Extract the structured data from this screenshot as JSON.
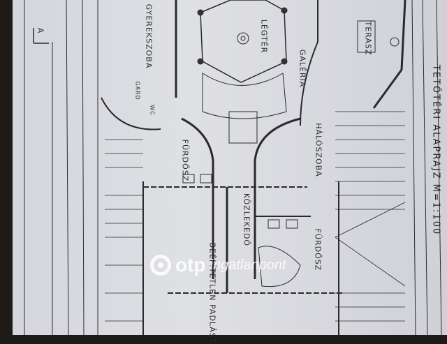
{
  "drawing": {
    "title": "TETŐTÉRI ALAPRAJZ M=1:100",
    "section_marker": "A",
    "rooms": {
      "gyerekszoba": "GYEREKSZOBA",
      "legter": "LÉGTÉR",
      "galeria": "GALÉRIA",
      "terasz": "TERASZ",
      "haloszoba": "HÁLÓSZOBA",
      "furdo_left": "FÜRDŐSZ",
      "furdo_right": "FÜRDŐSZ",
      "kozlekedo": "KÖZLEKEDŐ",
      "padlas": "BEÉPÍTETLEN PADLÁST",
      "gard": "GARD",
      "wc": "WC"
    },
    "paper_color": "#dadbe0",
    "line_color": "#2a2a2e"
  },
  "watermark": {
    "brand": "otp",
    "text": "ingatlanpont"
  }
}
